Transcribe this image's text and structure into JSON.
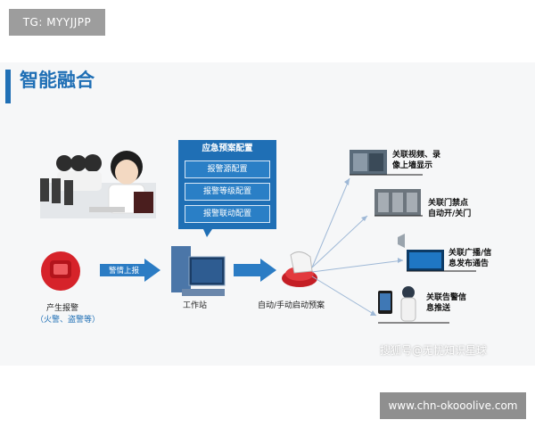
{
  "header": {
    "tag": "TG: MYYJJPP",
    "title": "智能融合"
  },
  "config": {
    "title": "应急预案配置",
    "items": [
      "报警源配置",
      "报警等级配置",
      "报警联动配置"
    ]
  },
  "flow": {
    "alarm_label": "产生报警",
    "alarm_sub": "（火警、盗警等）",
    "arrow1": "警情上报",
    "workstation": "工作站",
    "start_label": "自动/手动启动预案"
  },
  "outputs": [
    {
      "line1": "关联视频、录",
      "line2": "像上墙显示"
    },
    {
      "line1": "关联门禁点",
      "line2": "自动开/关门"
    },
    {
      "line1": "关联广播/信",
      "line2": "息发布通告"
    },
    {
      "line1": "关联告警信",
      "line2": "息推送"
    }
  ],
  "footer": {
    "watermark": "搜狐号@无忧知识星球",
    "site": "www.chn-okooolive.com"
  },
  "colors": {
    "brand_blue": "#1f6fb5",
    "arrow_blue": "#2b7cc4",
    "alarm_red": "#d6232a"
  }
}
